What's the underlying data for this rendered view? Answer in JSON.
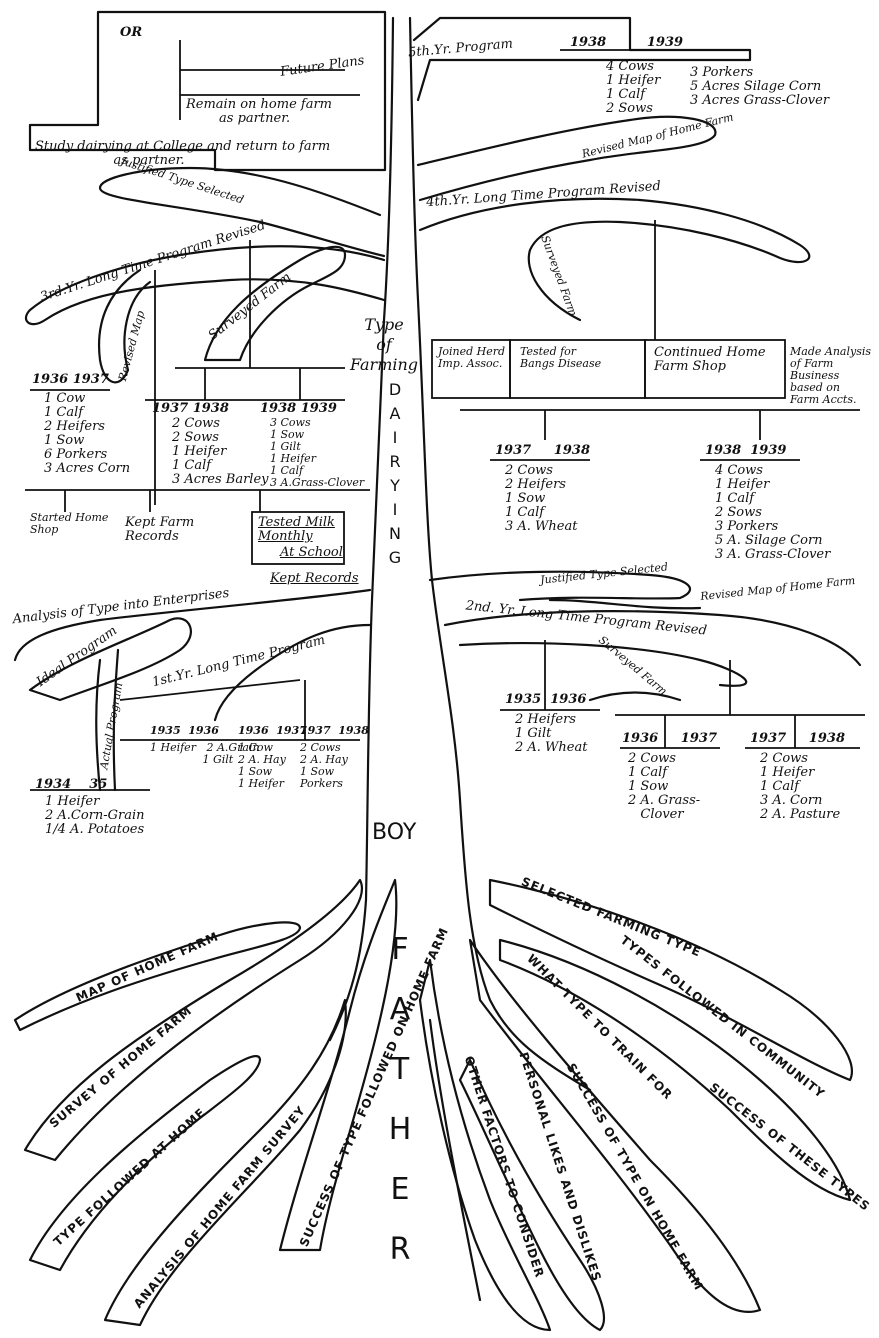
{
  "top_left": {
    "or": "OR",
    "future_plans": "Future Plans",
    "remain": "Remain on home farm\n        as partner.",
    "study": "Study dairying at College and return to farm\n                   as partner.",
    "justified": "Justified Type Selected"
  },
  "left_branches": {
    "third_year": "3rd.Yr. Long Time Program Revised",
    "revised_map": "Revised Map",
    "surveyed_farm": "Surveyed Farm",
    "y1936_1937": "1936  1937",
    "y1936_list": "1 Cow\n1 Calf\n2 Heifers\n1 Sow\n6 Porkers\n3 Acres Corn",
    "y1937_1938": "1937   1938",
    "y1937_list": "2 Cows\n2 Sows\n1 Heifer\n1 Calf\n3 Acres Barley",
    "y1938_1939": "1938  1939",
    "y1938_list": "3 Cows\n1 Sow\n1 Gilt\n1 Heifer\n1 Calf\n3 A.Grass-Clover",
    "started_shop": "Started Home\nShop",
    "kept_records": "Kept Farm\nRecords",
    "tested_milk": "Tested Milk\nMonthly",
    "at_school": "At School",
    "kept_records2": "Kept Records",
    "analysis": "Analysis of Type into Enterprises",
    "ideal": "Ideal Program",
    "actual": "Actual Program",
    "first_year": "1st.Yr. Long Time Program",
    "y1934_35": "1934    35",
    "y1934_list": "1 Heifer\n2 A.Corn-Grain\n1/4 A. Potatoes",
    "y1935_1936": "1935  1936",
    "y1935_list": "1 Heifer   2 A.Grain\n               1 Gilt",
    "y1936_1937b": "1936  1937",
    "y1936b_list": "1 Cow\n2 A. Hay\n1 Sow\n1 Heifer",
    "y1937_1938b": "1937  1938",
    "y1937b_list": "2 Cows\n2 A. Hay\n1 Sow\nPorkers"
  },
  "trunk": {
    "type_of_farming": "Type\nof\nFarming",
    "dairying": [
      "D",
      "A",
      "I",
      "R",
      "Y",
      "I",
      "N",
      "G"
    ],
    "boy": "BOY",
    "father": [
      "F",
      "A",
      "T",
      "H",
      "E",
      "R"
    ]
  },
  "right_branches": {
    "fifth_year": "5th.Yr. Program",
    "y1938_1939": "1938         1939",
    "y5_list_a": "4 Cows\n1 Heifer\n1 Calf\n2 Sows",
    "y5_list_b": "3 Porkers\n5 Acres Silage Corn\n3 Acres Grass-Clover",
    "revised_map_home": "Revised Map of Home Farm",
    "fourth_year": "4th.Yr. Long Time Program Revised",
    "surveyed_farm": "Surveyed Farm",
    "joined_herd": "Joined Herd\nImp. Assoc.",
    "tested_bangs": "Tested for\nBangs Disease",
    "continued_shop": "Continued Home\nFarm Shop",
    "made_analysis": "Made Analysis\nof Farm\nBusiness\nbased on\nFarm Accts.",
    "y1937_1938": "1937     1938",
    "y1937_list": "2 Cows\n2 Heifers\n1 Sow\n1 Calf\n3 A. Wheat",
    "y1938_1939b": "1938  1939",
    "y1938_list": "4 Cows\n1 Heifer\n1 Calf\n2 Sows\n3 Porkers\n5 A. Silage Corn\n3 A. Grass-Clover",
    "justified": "Justified Type Selected",
    "revised_map_home2": "Revised Map of Home Farm",
    "second_year": "2nd. Yr. Long Time Program Revised",
    "surveyed_farm2": "Surveyed Farm",
    "y1935_1936": "1935  1936",
    "y1935_list": "2 Heifers\n1 Gilt\n2 A. Wheat",
    "y1936_1937": "1936     1937",
    "y1936_list": "2 Cows\n1 Calf\n1 Sow\n2 A. Grass-\n   Clover",
    "y1937_1938b": "1937     1938",
    "y1937b_list": "2 Cows\n1 Heifer\n1 Calf\n3 A. Corn\n2 A. Pasture"
  },
  "roots_left": [
    "MAP OF HOME FARM",
    "SURVEY OF HOME FARM",
    "TYPE FOLLOWED AT HOME",
    "ANALYSIS OF HOME FARM SURVEY",
    "SUCCESS OF TYPE FOLLOWED ON HOME FARM"
  ],
  "roots_right": [
    "SELECTED FARMING TYPE",
    "TYPES FOLLOWED IN COMMUNITY",
    "SUCCESS OF THESE TYPES",
    "WHAT TYPE TO TRAIN FOR",
    "SUCCESS OF TYPE ON HOME FARM",
    "PERSONAL LIKES AND DISLIKES",
    "OTHER FACTORS TO CONSIDER"
  ]
}
